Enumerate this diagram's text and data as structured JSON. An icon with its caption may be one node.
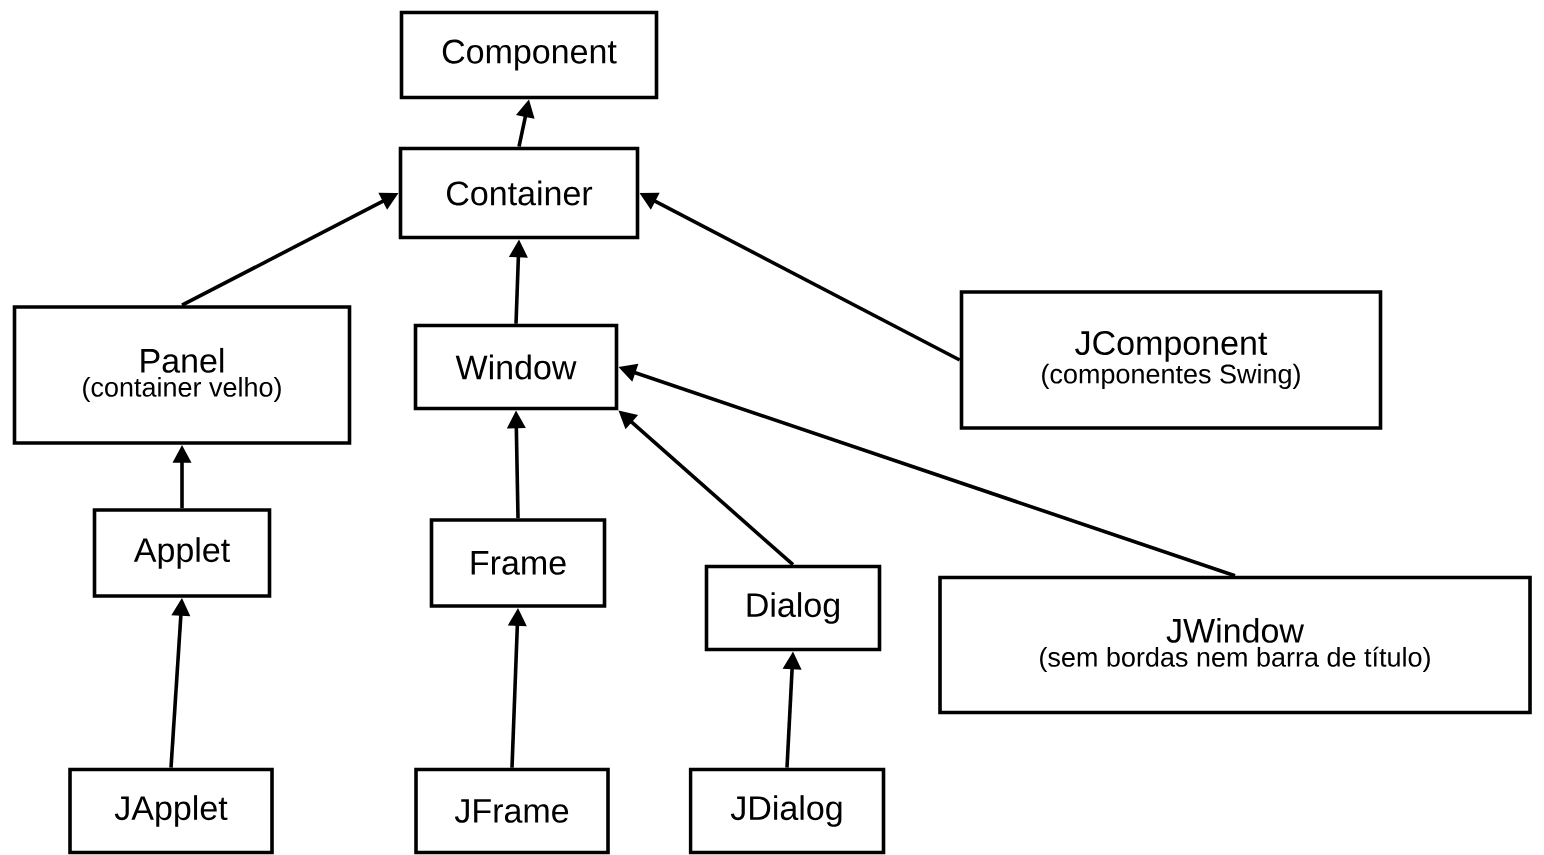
{
  "diagram": {
    "nodes": [
      {
        "text": [
          "Component"
        ]
      },
      {
        "text": [
          "Container"
        ]
      },
      {
        "text": [
          "Panel",
          "(container velho)"
        ]
      },
      {
        "text": [
          "Window"
        ]
      },
      {
        "text": [
          "JComponent",
          "(componentes Swing)"
        ]
      },
      {
        "text": [
          "Applet"
        ]
      },
      {
        "text": [
          "Frame"
        ]
      },
      {
        "text": [
          "Dialog"
        ]
      },
      {
        "text": [
          "JWindow",
          "(sem bordas nem barra de título)"
        ]
      },
      {
        "text": [
          "JApplet"
        ]
      },
      {
        "text": [
          "JFrame"
        ]
      },
      {
        "text": [
          "JDialog"
        ]
      }
    ],
    "edges": [
      {
        "from": 1,
        "to": 0,
        "arrow": "to"
      },
      {
        "from": 2,
        "to": 1,
        "arrow": "to"
      },
      {
        "from": 3,
        "to": 1,
        "arrow": "to"
      },
      {
        "from": 4,
        "to": 1,
        "arrow": "to"
      },
      {
        "from": 5,
        "to": 2,
        "arrow": "to"
      },
      {
        "from": 6,
        "to": 3,
        "arrow": "to"
      },
      {
        "from": 7,
        "to": 3,
        "arrow": "to"
      },
      {
        "from": 8,
        "to": 3,
        "arrow": "to"
      },
      {
        "from": 9,
        "to": 5,
        "arrow": "to"
      },
      {
        "from": 10,
        "to": 6,
        "arrow": "to"
      },
      {
        "from": 11,
        "to": 7,
        "arrow": "to"
      }
    ]
  }
}
